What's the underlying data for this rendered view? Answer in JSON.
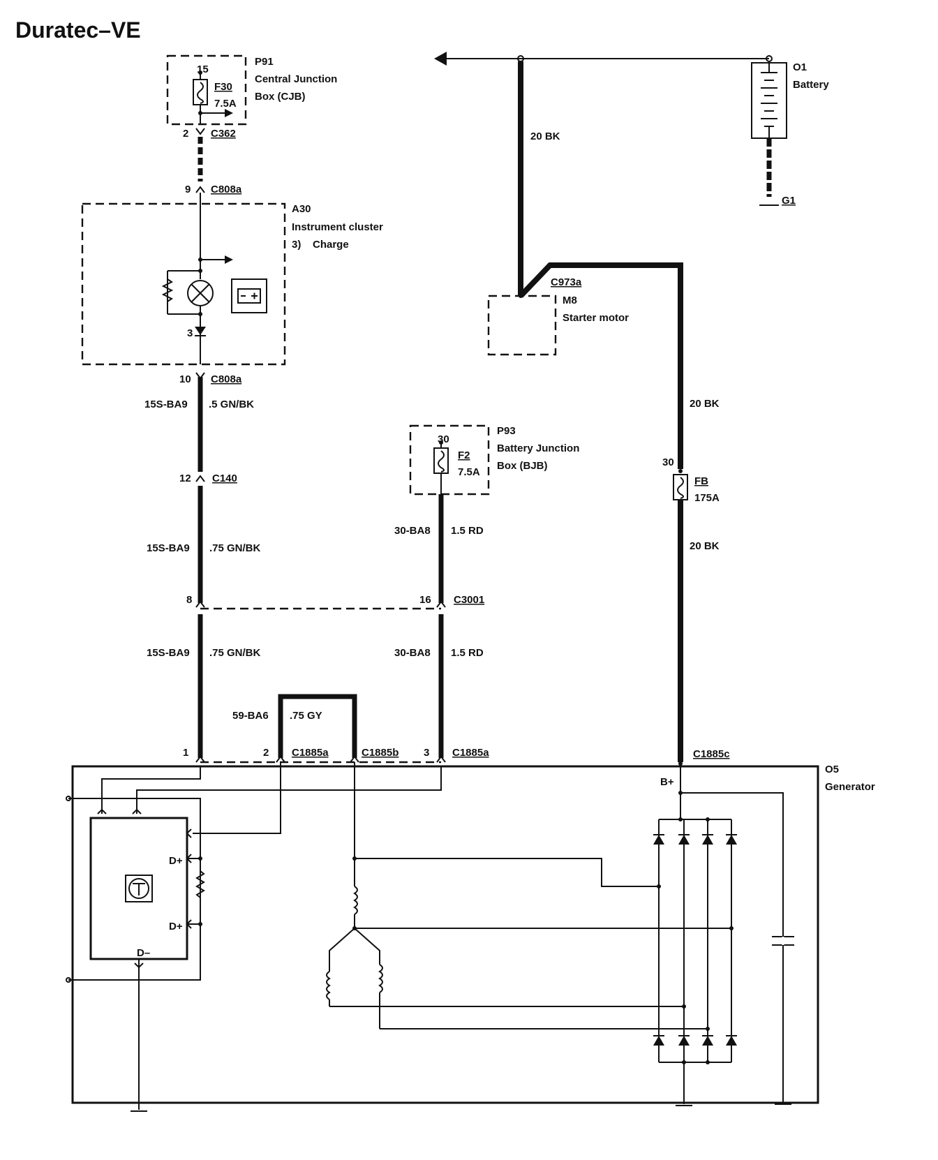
{
  "title": "Duratec–VE",
  "components": {
    "p91": {
      "id": "P91",
      "line1": "Central Junction",
      "line2": "Box (CJB)",
      "pin": "15",
      "fuse_id": "F30",
      "fuse_rating": "7.5A"
    },
    "a30": {
      "id": "A30",
      "line1": "Instrument cluster",
      "line2": "3)    Charge",
      "pin": "3"
    },
    "p93": {
      "id": "P93",
      "line1": "Battery Junction",
      "line2": "Box (BJB)",
      "pin": "30",
      "fuse_id": "F2",
      "fuse_rating": "7.5A"
    },
    "o1": {
      "id": "O1",
      "name": "Battery"
    },
    "g1": {
      "id": "G1"
    },
    "m8": {
      "id": "M8",
      "name": "Starter motor",
      "connector": "C973a"
    },
    "fb": {
      "pin": "30",
      "fuse_id": "FB",
      "fuse_rating": "175A"
    },
    "o5": {
      "id": "O5",
      "name": "Generator",
      "bplus": "B+",
      "dplus1": "D+",
      "dplus2": "D+",
      "dminus": "D–"
    }
  },
  "connectors": {
    "c362": {
      "pin": "2",
      "name": "C362"
    },
    "c808a_top": {
      "pin": "9",
      "name": "C808a"
    },
    "c808a_bot": {
      "pin": "10",
      "name": "C808a"
    },
    "c140": {
      "pin": "12",
      "name": "C140"
    },
    "c3001_left": {
      "pin": "8"
    },
    "c3001_right": {
      "pin": "16",
      "name": "C3001"
    },
    "c1885a_1": {
      "pin": "1"
    },
    "c1885a_2": {
      "pin": "2",
      "name": "C1885a"
    },
    "c1885b": {
      "name": "C1885b"
    },
    "c1885a_3": {
      "pin": "3",
      "name": "C1885a"
    },
    "c1885c": {
      "name": "C1885c"
    }
  },
  "wires": {
    "w1_circuit": "15S-BA9",
    "w1_spec": ".5 GN/BK",
    "w2_circuit": "15S-BA9",
    "w2_spec": ".75 GN/BK",
    "w3_circuit": "15S-BA9",
    "w3_spec": ".75 GN/BK",
    "w4_circuit": "30-BA8",
    "w4_spec": "1.5 RD",
    "w5_circuit": "30-BA8",
    "w5_spec": "1.5 RD",
    "w6_circuit": "59-BA6",
    "w6_spec": ".75 GY",
    "w7_spec": "20 BK",
    "w8_spec": "20 BK",
    "w9_spec": "20 BK"
  }
}
